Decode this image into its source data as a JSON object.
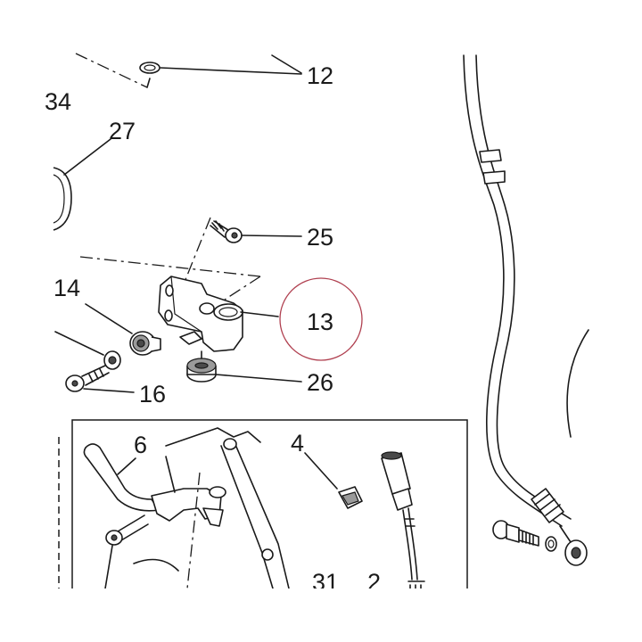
{
  "labels": {
    "part_12": "12",
    "part_34": "34",
    "part_27": "27",
    "part_25": "25",
    "part_14": "14",
    "part_13": "13",
    "part_26": "26",
    "part_16": "16",
    "part_6": "6",
    "part_4": "4",
    "part_31": "31",
    "part_2": "2"
  },
  "highlight": {
    "label": "13",
    "circle_color": "#b04050"
  },
  "colors": {
    "line": "#1a1a1a",
    "background": "#ffffff",
    "shade": "#9a9a9a"
  }
}
